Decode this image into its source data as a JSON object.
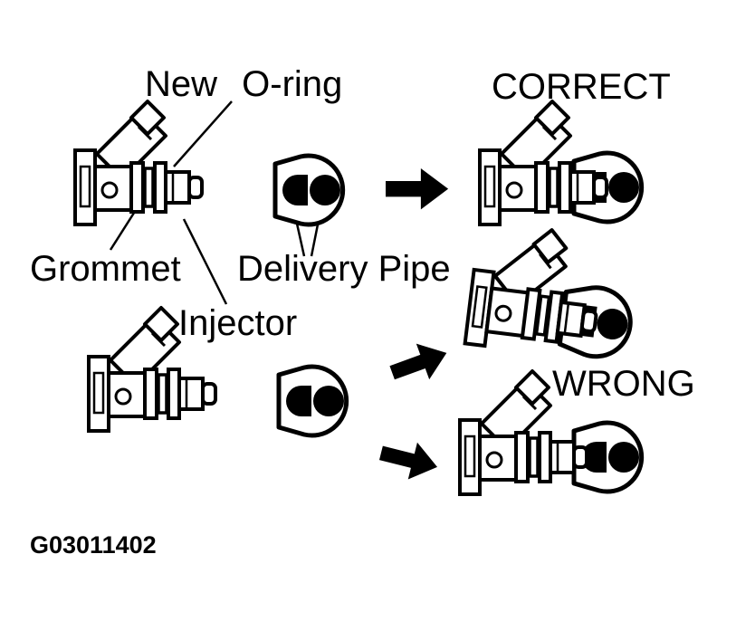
{
  "diagram": {
    "figure_number": "G03011402",
    "labels": {
      "new_oring": "New O-ring",
      "correct": "CORRECT",
      "grommet": "Grommet",
      "delivery_pipe": "Delivery Pipe",
      "injector": "Injector",
      "wrong": "WRONG"
    },
    "icons": {
      "arrow": "solid-right-arrow",
      "injector_drawing": "fuel-injector-side-view",
      "pipe_drawing": "delivery-pipe-socket-cross-section"
    },
    "colors": {
      "ink": "#000000",
      "paper": "#ffffff"
    }
  }
}
